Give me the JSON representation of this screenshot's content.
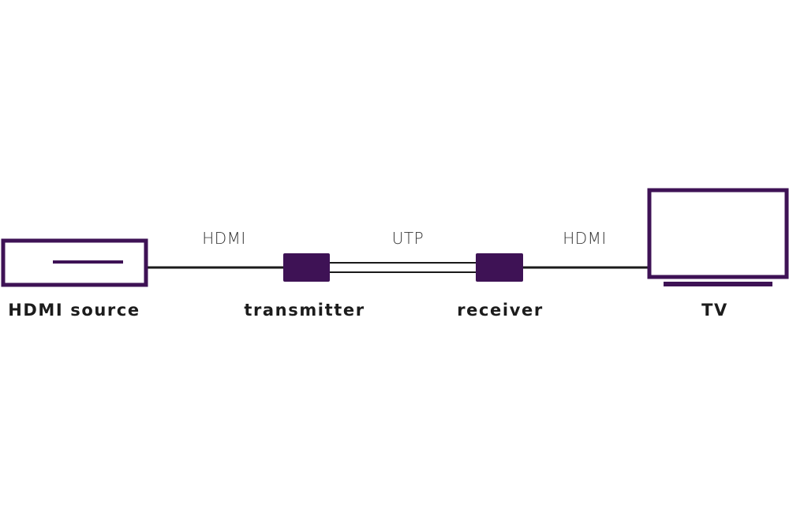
{
  "colors": {
    "device": "#3e1255",
    "cable": "#1a1a1a",
    "label": "#1c1c1c",
    "cable_label": "#333333",
    "background": "#ffffff"
  },
  "devices": {
    "source": {
      "label": "HDMI source",
      "icon": "set-top-box-icon"
    },
    "transmitter": {
      "label": "transmitter",
      "icon": "transmitter-box-icon"
    },
    "receiver": {
      "label": "receiver",
      "icon": "receiver-box-icon"
    },
    "tv": {
      "label": "TV",
      "icon": "tv-monitor-icon"
    }
  },
  "cables": {
    "source_to_transmitter": {
      "label": "HDMI"
    },
    "transmitter_to_receiver": {
      "label": "UTP"
    },
    "receiver_to_tv": {
      "label": "HDMI"
    }
  }
}
